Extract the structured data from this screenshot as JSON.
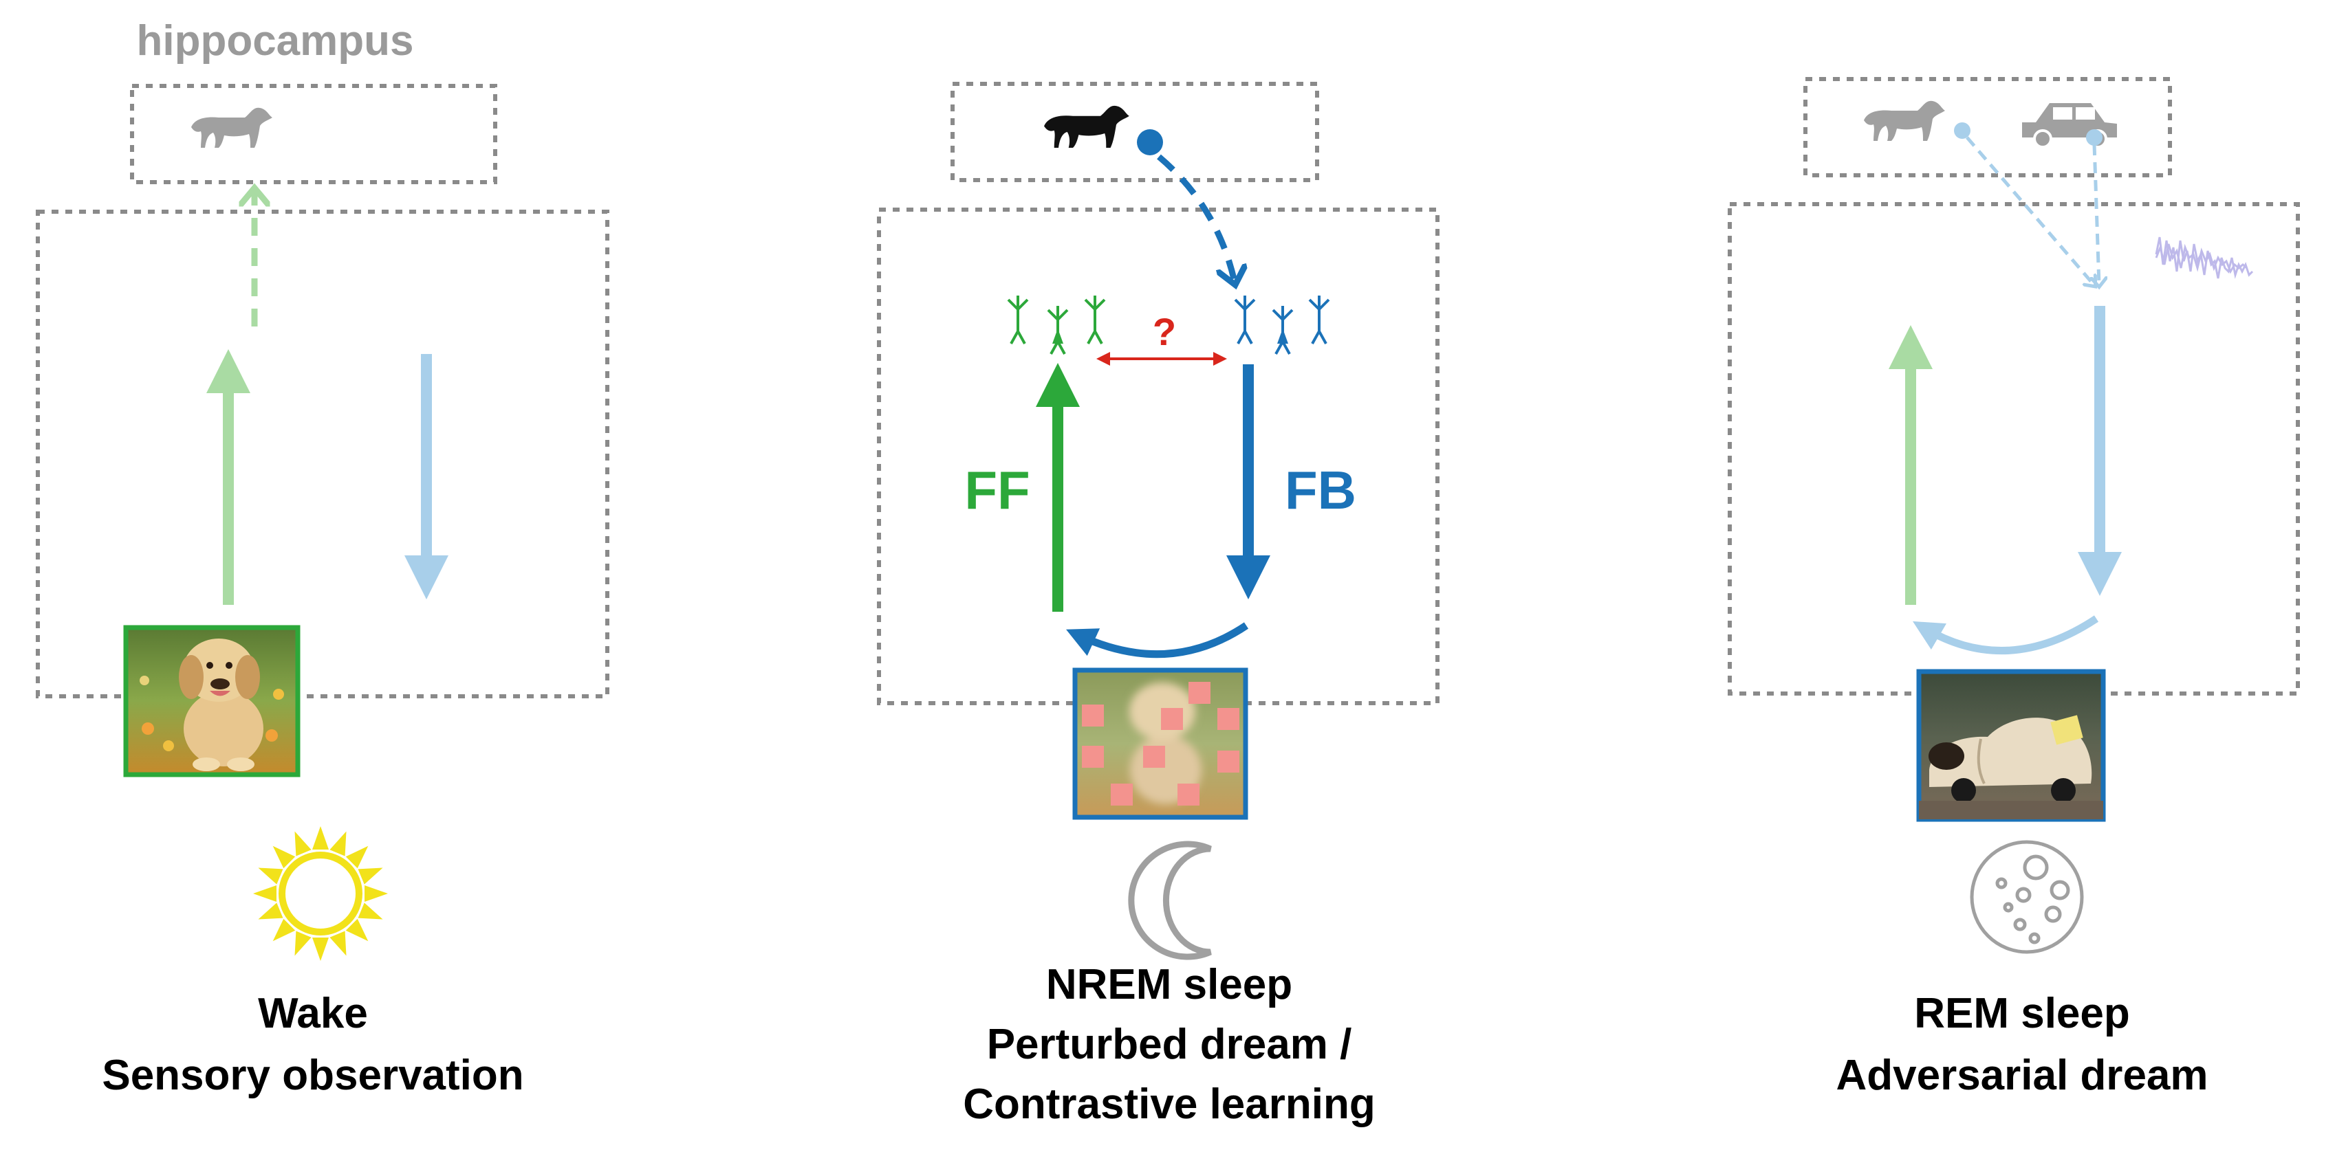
{
  "hippocampus_label": "hippocampus",
  "panels": {
    "wake": {
      "title_line1": "Wake",
      "title_line2": "Sensory observation",
      "stimulus": "puppy photo",
      "symbol": "sun-icon"
    },
    "nrem": {
      "ff_label": "FF",
      "fb_label": "FB",
      "question_label": "?",
      "title_line1": "NREM sleep",
      "title_line2": "Perturbed dream /",
      "title_line3": "Contrastive learning",
      "stimulus": "occluded puppy photo",
      "symbol": "moon-icon"
    },
    "rem": {
      "title_line1": "REM sleep",
      "title_line2": "Adversarial dream",
      "stimulus": "dog-car photo",
      "symbol": "rem-moon-icon"
    }
  },
  "colors": {
    "green": "#2ca83a",
    "green_light": "#a9dba3",
    "blue": "#1b72b8",
    "blue_light": "#a8cfea",
    "red": "#d9261c",
    "gray_box": "#8a8a8a",
    "gray_icon": "#a0a0a0",
    "sun": "#f2e21a",
    "patch": "#f3938e"
  }
}
